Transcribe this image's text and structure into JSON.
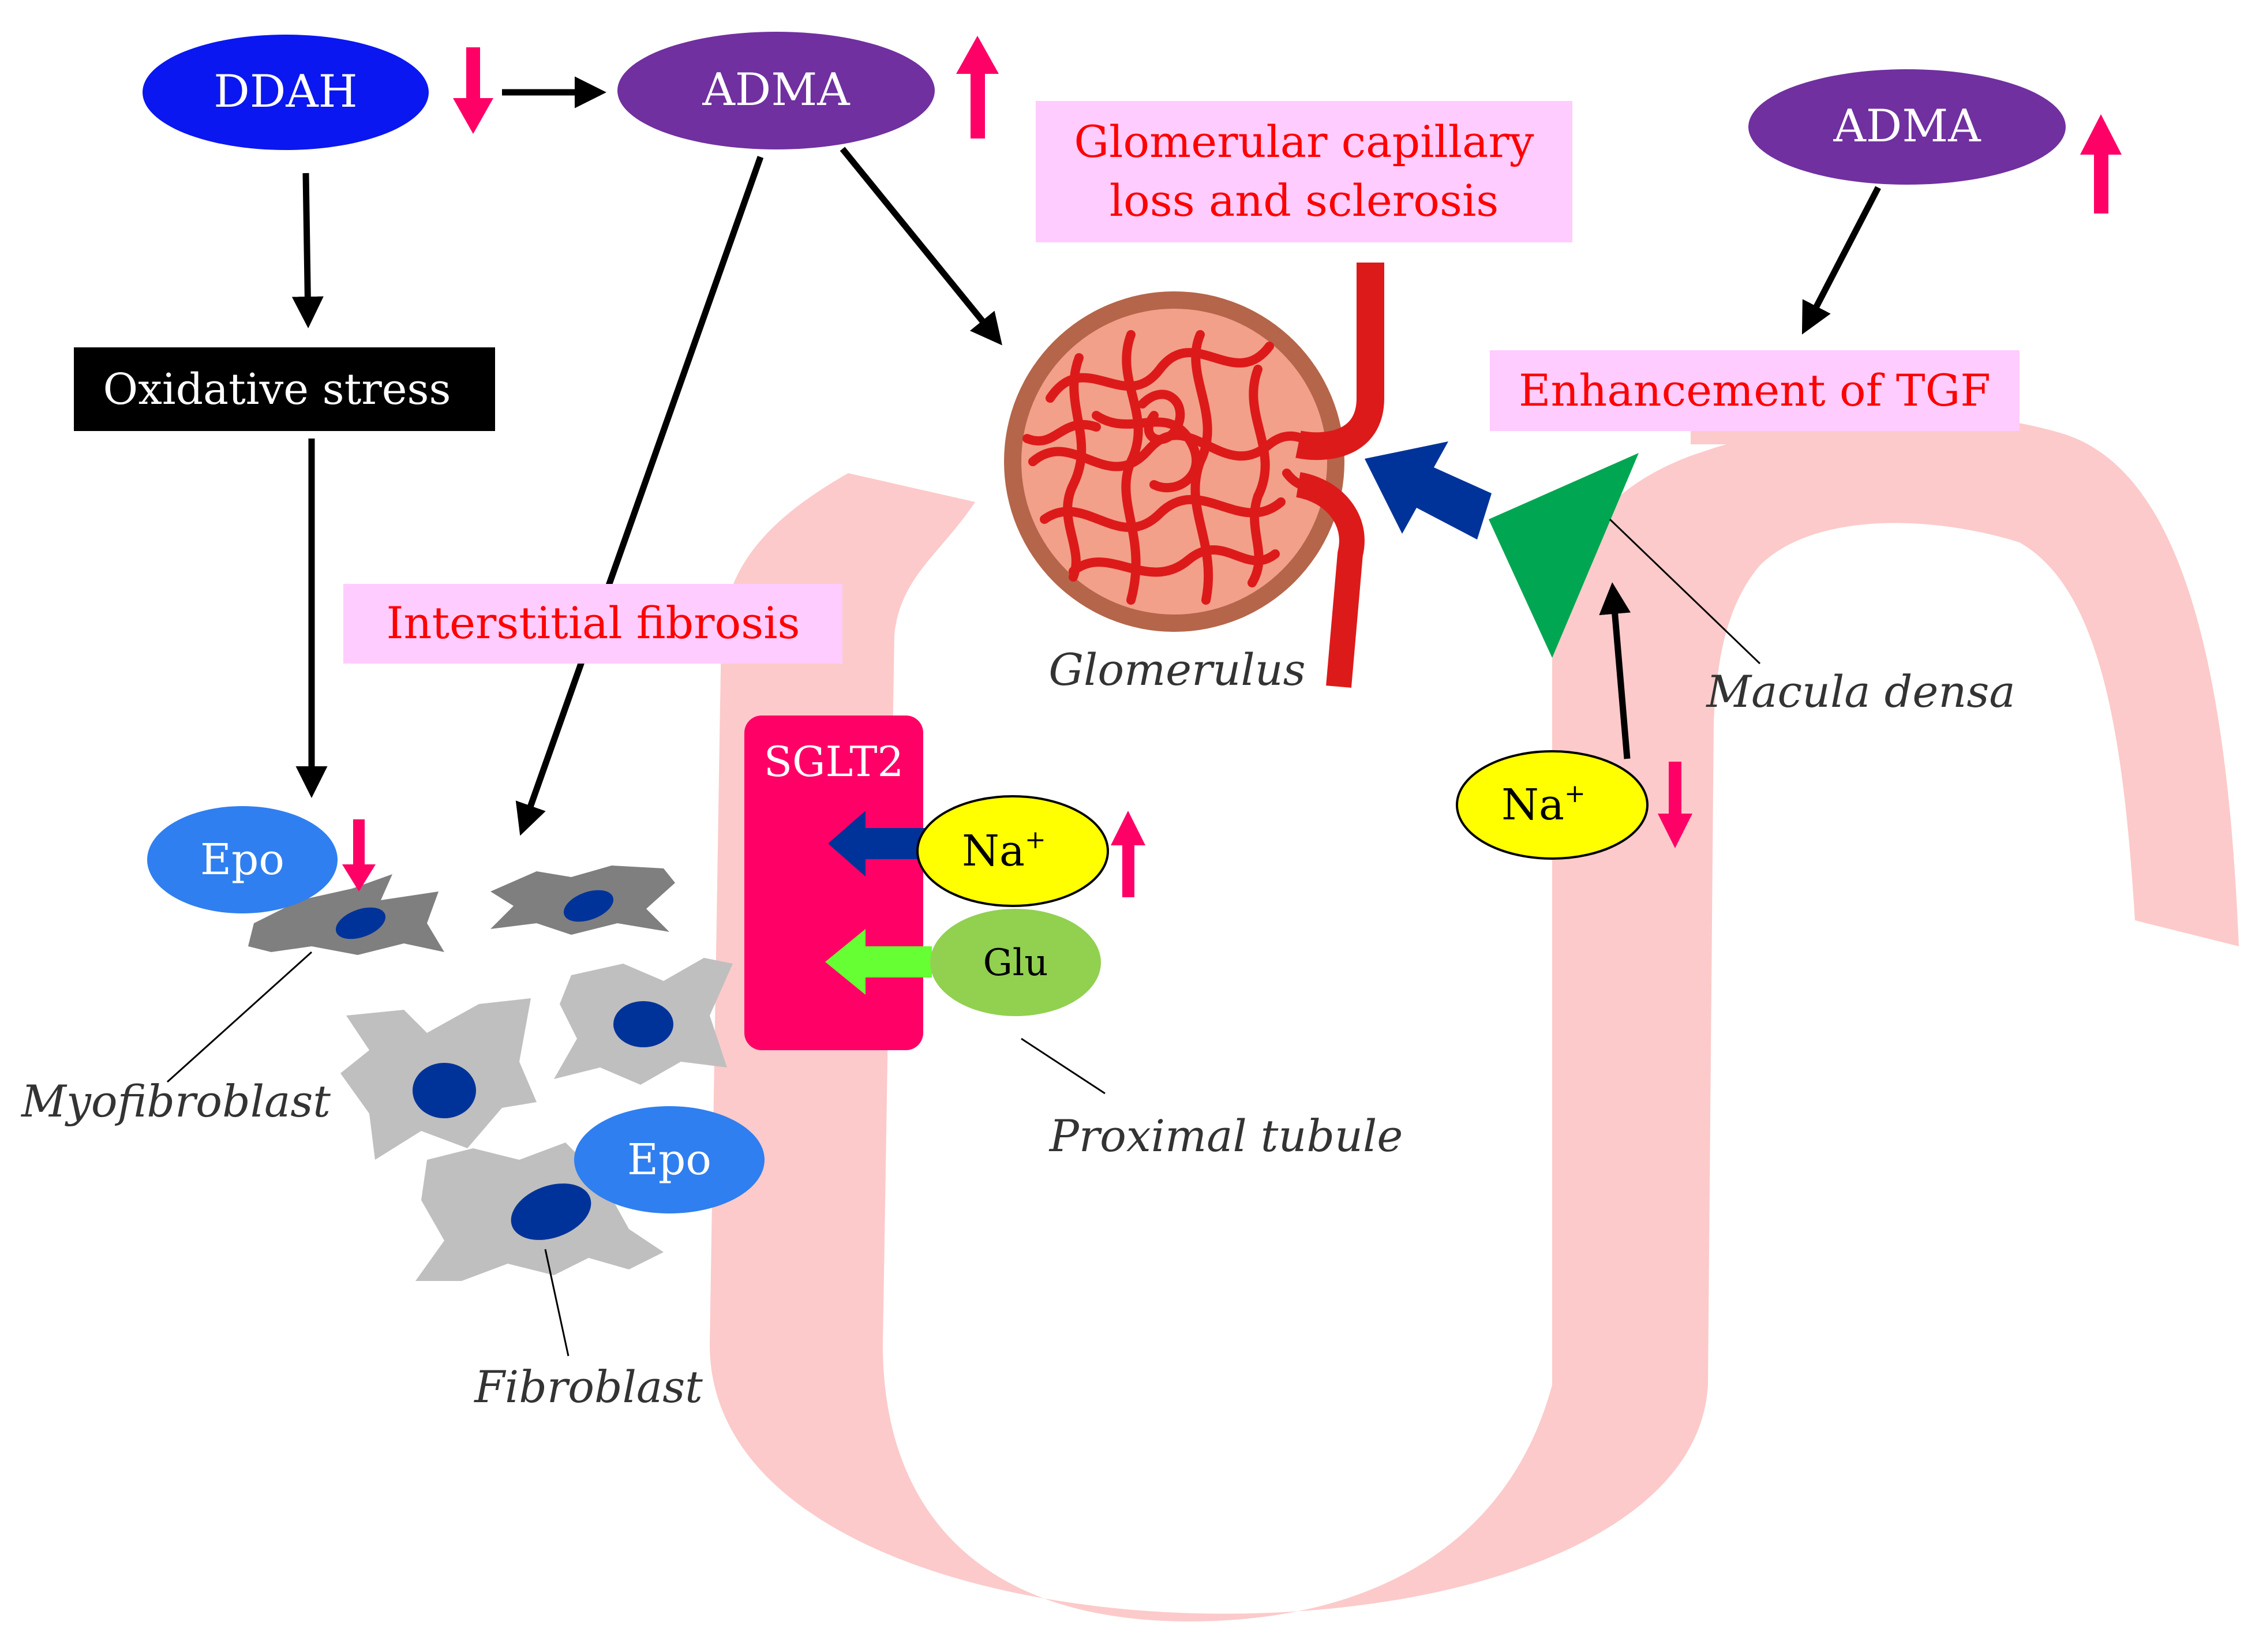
{
  "nodes": {
    "ddah": "DDAH",
    "adma_left": "ADMA",
    "adma_right": "ADMA",
    "oxidative_stress": "Oxidative stress",
    "glomerular_line1": "Glomerular capillary",
    "glomerular_line2": "loss and sclerosis",
    "enhancement_tgf": "Enhancement of TGF",
    "interstitial_fibrosis": "Interstitial fibrosis",
    "sglt2": "SGLT2",
    "na_left": "Na",
    "na_right": "Na",
    "na_superscript": "+",
    "glu": "Glu",
    "epo_top": "Epo",
    "epo_bottom": "Epo"
  },
  "labels": {
    "glomerulus": "Glomerulus",
    "macula_densa": "Macula densa",
    "proximal_tubule": "Proximal tubule",
    "myofibroblast": "Myofibroblast",
    "fibroblast": "Fibroblast"
  },
  "indicators": {
    "ddah": "down",
    "adma_left": "up",
    "adma_right": "up",
    "epo": "down",
    "na_sglt2": "up",
    "na_macula": "down"
  },
  "colors": {
    "ddah_fill": "#0a17f0",
    "adma_fill": "#7030a0",
    "epo_fill": "#2f7ff0",
    "na_fill": "#ffff00",
    "glu_fill": "#92d050",
    "sglt2_fill": "#ff0066",
    "pink_box": "#ffccff",
    "red_text": "#ff0000",
    "indicator_arrow": "#ff0066",
    "tubule_fill": "#fccaca",
    "macula_densa": "#00a651",
    "blue_arrow": "#003399",
    "green_arrow": "#66ff33",
    "glomerulus_rim": "#b5654a",
    "glomerulus_inner": "#f2a08a",
    "vessel": "#dd1a1a",
    "cell_dark": "#7f7f7f",
    "cell_light": "#bfbfbf",
    "nucleus": "#003399"
  }
}
